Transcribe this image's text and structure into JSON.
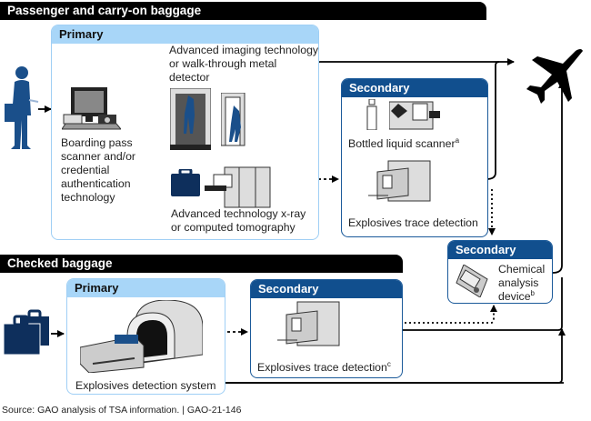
{
  "sections": {
    "passenger": {
      "title": "Passenger and carry-on baggage"
    },
    "checked": {
      "title": "Checked baggage"
    }
  },
  "passenger_primary": {
    "header": "Primary",
    "boarding_label": "Boarding pass scanner and/or credential authentication technology",
    "imaging_label": "Advanced imaging technology or walk-through metal detector",
    "xray_label": "Advanced technology x-ray or computed tomography"
  },
  "passenger_secondary": {
    "header": "Secondary",
    "bottle_label": "Bottled liquid scanner",
    "bottle_note": "a",
    "etd_label": "Explosives trace detection"
  },
  "chemical_secondary": {
    "header": "Secondary",
    "label_line1": "Chemical",
    "label_line2": "analysis",
    "label_line3": "device",
    "note": "b"
  },
  "checked_primary": {
    "header": "Primary",
    "eds_label": "Explosives detection system"
  },
  "checked_secondary": {
    "header": "Secondary",
    "etd_label": "Explosives trace detection",
    "note": "c"
  },
  "icons": [
    "passenger-icon",
    "boarding-scanner-icon",
    "body-scanner-icon",
    "metal-detector-icon",
    "carryon-bag-icon",
    "xray-machine-icon",
    "bottle-icon",
    "liquid-scanner-icon",
    "etd-machine-icon",
    "handheld-device-icon",
    "checked-bags-icon",
    "eds-machine-icon",
    "airplane-icon"
  ],
  "colors": {
    "primary_header": "#a8d6f8",
    "secondary_header": "#114f8e",
    "icon_blue": "#1a4f8a"
  },
  "footer": {
    "source": "Source: GAO analysis of TSA information.  |  GAO-21-146"
  }
}
